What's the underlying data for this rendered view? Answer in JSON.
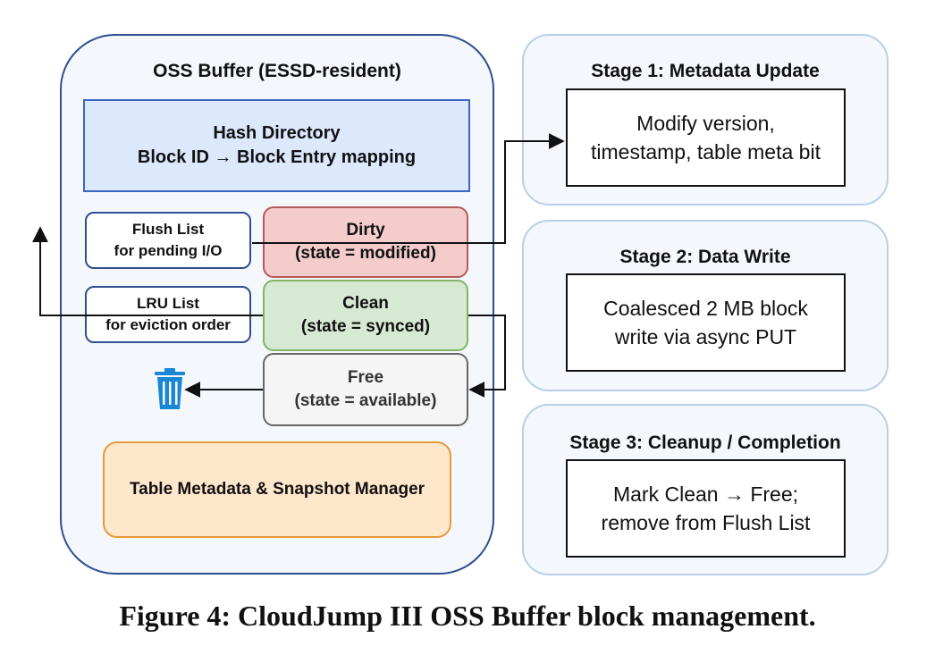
{
  "buffer": {
    "title": "OSS Buffer (ESSD-resident)"
  },
  "hash_directory": {
    "line1": "Hash Directory",
    "line2": "Block ID → Block Entry mapping"
  },
  "flush_list": {
    "line1": "Flush List",
    "line2": "for pending I/O"
  },
  "lru_list": {
    "line1": "LRU List",
    "line2": "for eviction order"
  },
  "dirty": {
    "line1": "Dirty",
    "line2": "(state = modified)"
  },
  "clean": {
    "line1": "Clean",
    "line2": "(state = synced)"
  },
  "free": {
    "line1": "Free",
    "line2": "(state = available)"
  },
  "metadata_manager": {
    "label": "Table Metadata & Snapshot Manager"
  },
  "trash_icon": {
    "icon": "trash-icon",
    "color": "#1a86d6"
  },
  "stages": [
    {
      "title": "Stage 1: Metadata Update",
      "line1": "Modify version,",
      "line2": "timestamp, table meta bit"
    },
    {
      "title": "Stage 2: Data Write",
      "line1": "Coalesced 2 MB block",
      "line2": "write via async PUT"
    },
    {
      "title": "Stage 3: Cleanup / Completion",
      "line1": "Mark Clean → Free;",
      "line2": "remove from Flush List"
    }
  ],
  "caption": "Figure 4: CloudJump III OSS Buffer block management."
}
